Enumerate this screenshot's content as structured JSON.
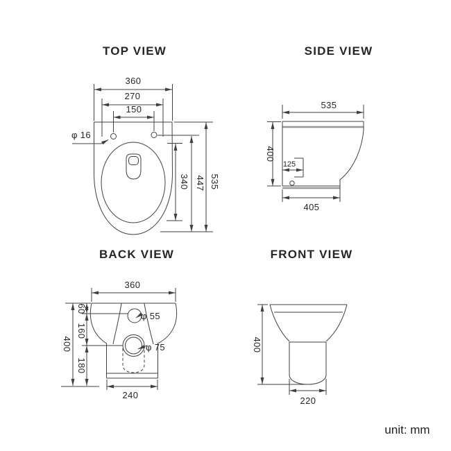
{
  "drawing": {
    "unit_label": "unit: mm",
    "colors": {
      "line": "#404040",
      "thick_line": "#949a9c",
      "text": "#262626",
      "background": "#ffffff"
    },
    "views": {
      "top": {
        "title": "TOP VIEW",
        "dim_overall_width": "360",
        "dim_hole_span_outer": "270",
        "dim_hole_span": "150",
        "dim_hole_dia": "φ 16",
        "dim_bowl_length": "340",
        "dim_hole_to_front": "447",
        "dim_overall_length": "535"
      },
      "side": {
        "title": "SIDE VIEW",
        "dim_overall_depth": "535",
        "dim_height": "400",
        "dim_fixing_offset": "125",
        "dim_base_depth": "405"
      },
      "back": {
        "title": "BACK VIEW",
        "dim_overall_width": "360",
        "dim_height": "400",
        "dim_inlet_offset": "60",
        "dim_inlet_to_outlet": "160",
        "dim_outlet_height": "180",
        "dim_inlet_dia": "φ 55",
        "dim_outlet_dia": "φ 75",
        "dim_base_width": "240"
      },
      "front": {
        "title": "FRONT VIEW",
        "dim_height": "400",
        "dim_base_width": "220"
      }
    }
  }
}
